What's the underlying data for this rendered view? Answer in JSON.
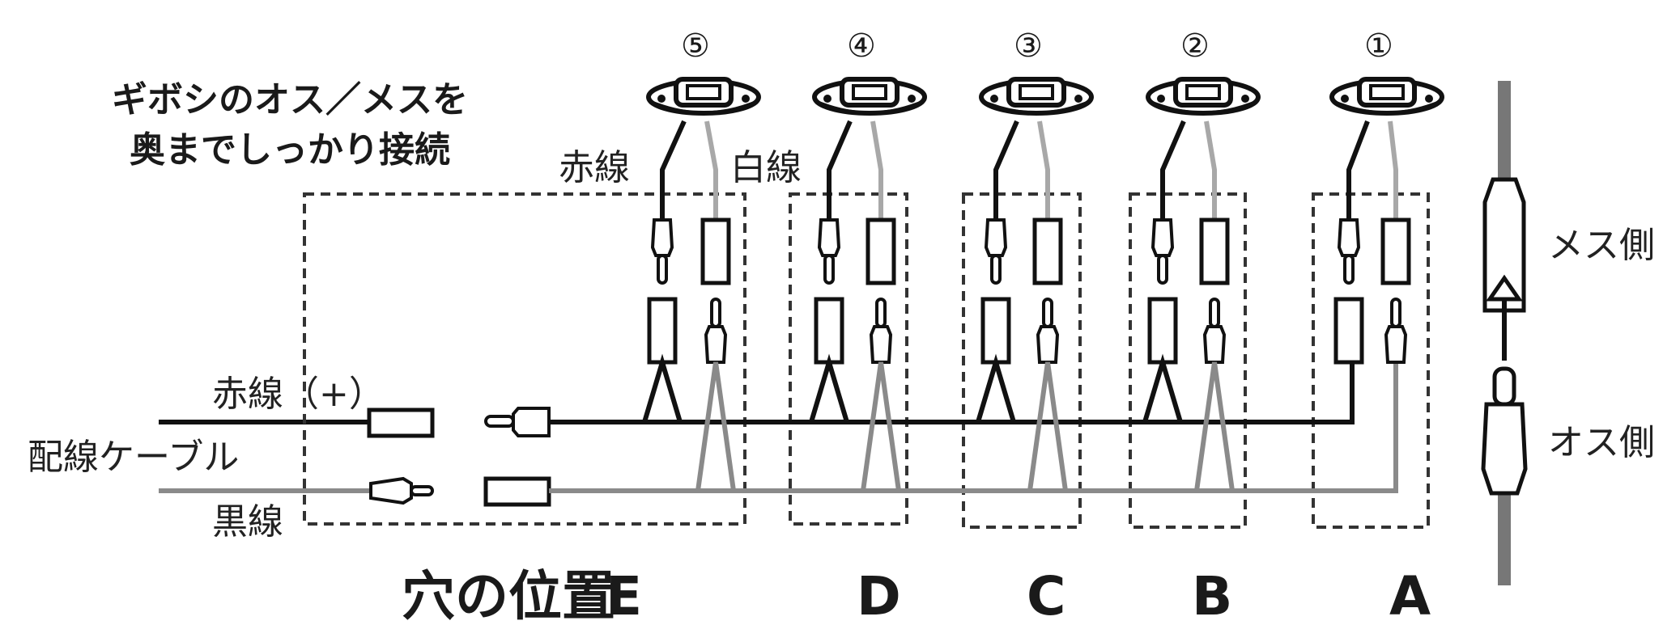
{
  "title_lines": [
    "ギボシのオス／メスを",
    "奥までしっかり接続"
  ],
  "labels": {
    "red_wire_top": "赤線",
    "white_wire_top": "白線",
    "red_wire_plus": "赤線（+）",
    "cable": "配線ケーブル",
    "black_wire": "黒線",
    "female_side": "メス側",
    "male_side": "オス側"
  },
  "hole_label": "穴の位置",
  "units": [
    {
      "num": "⑤",
      "pos": "E"
    },
    {
      "num": "④",
      "pos": "D"
    },
    {
      "num": "③",
      "pos": "C"
    },
    {
      "num": "②",
      "pos": "B"
    },
    {
      "num": "①",
      "pos": "A"
    }
  ],
  "colors": {
    "black_wire": "#111111",
    "gray_wire": "#8a8a8a",
    "light_gray_wire": "#a8a8a8",
    "dashed_box": "#333333"
  }
}
